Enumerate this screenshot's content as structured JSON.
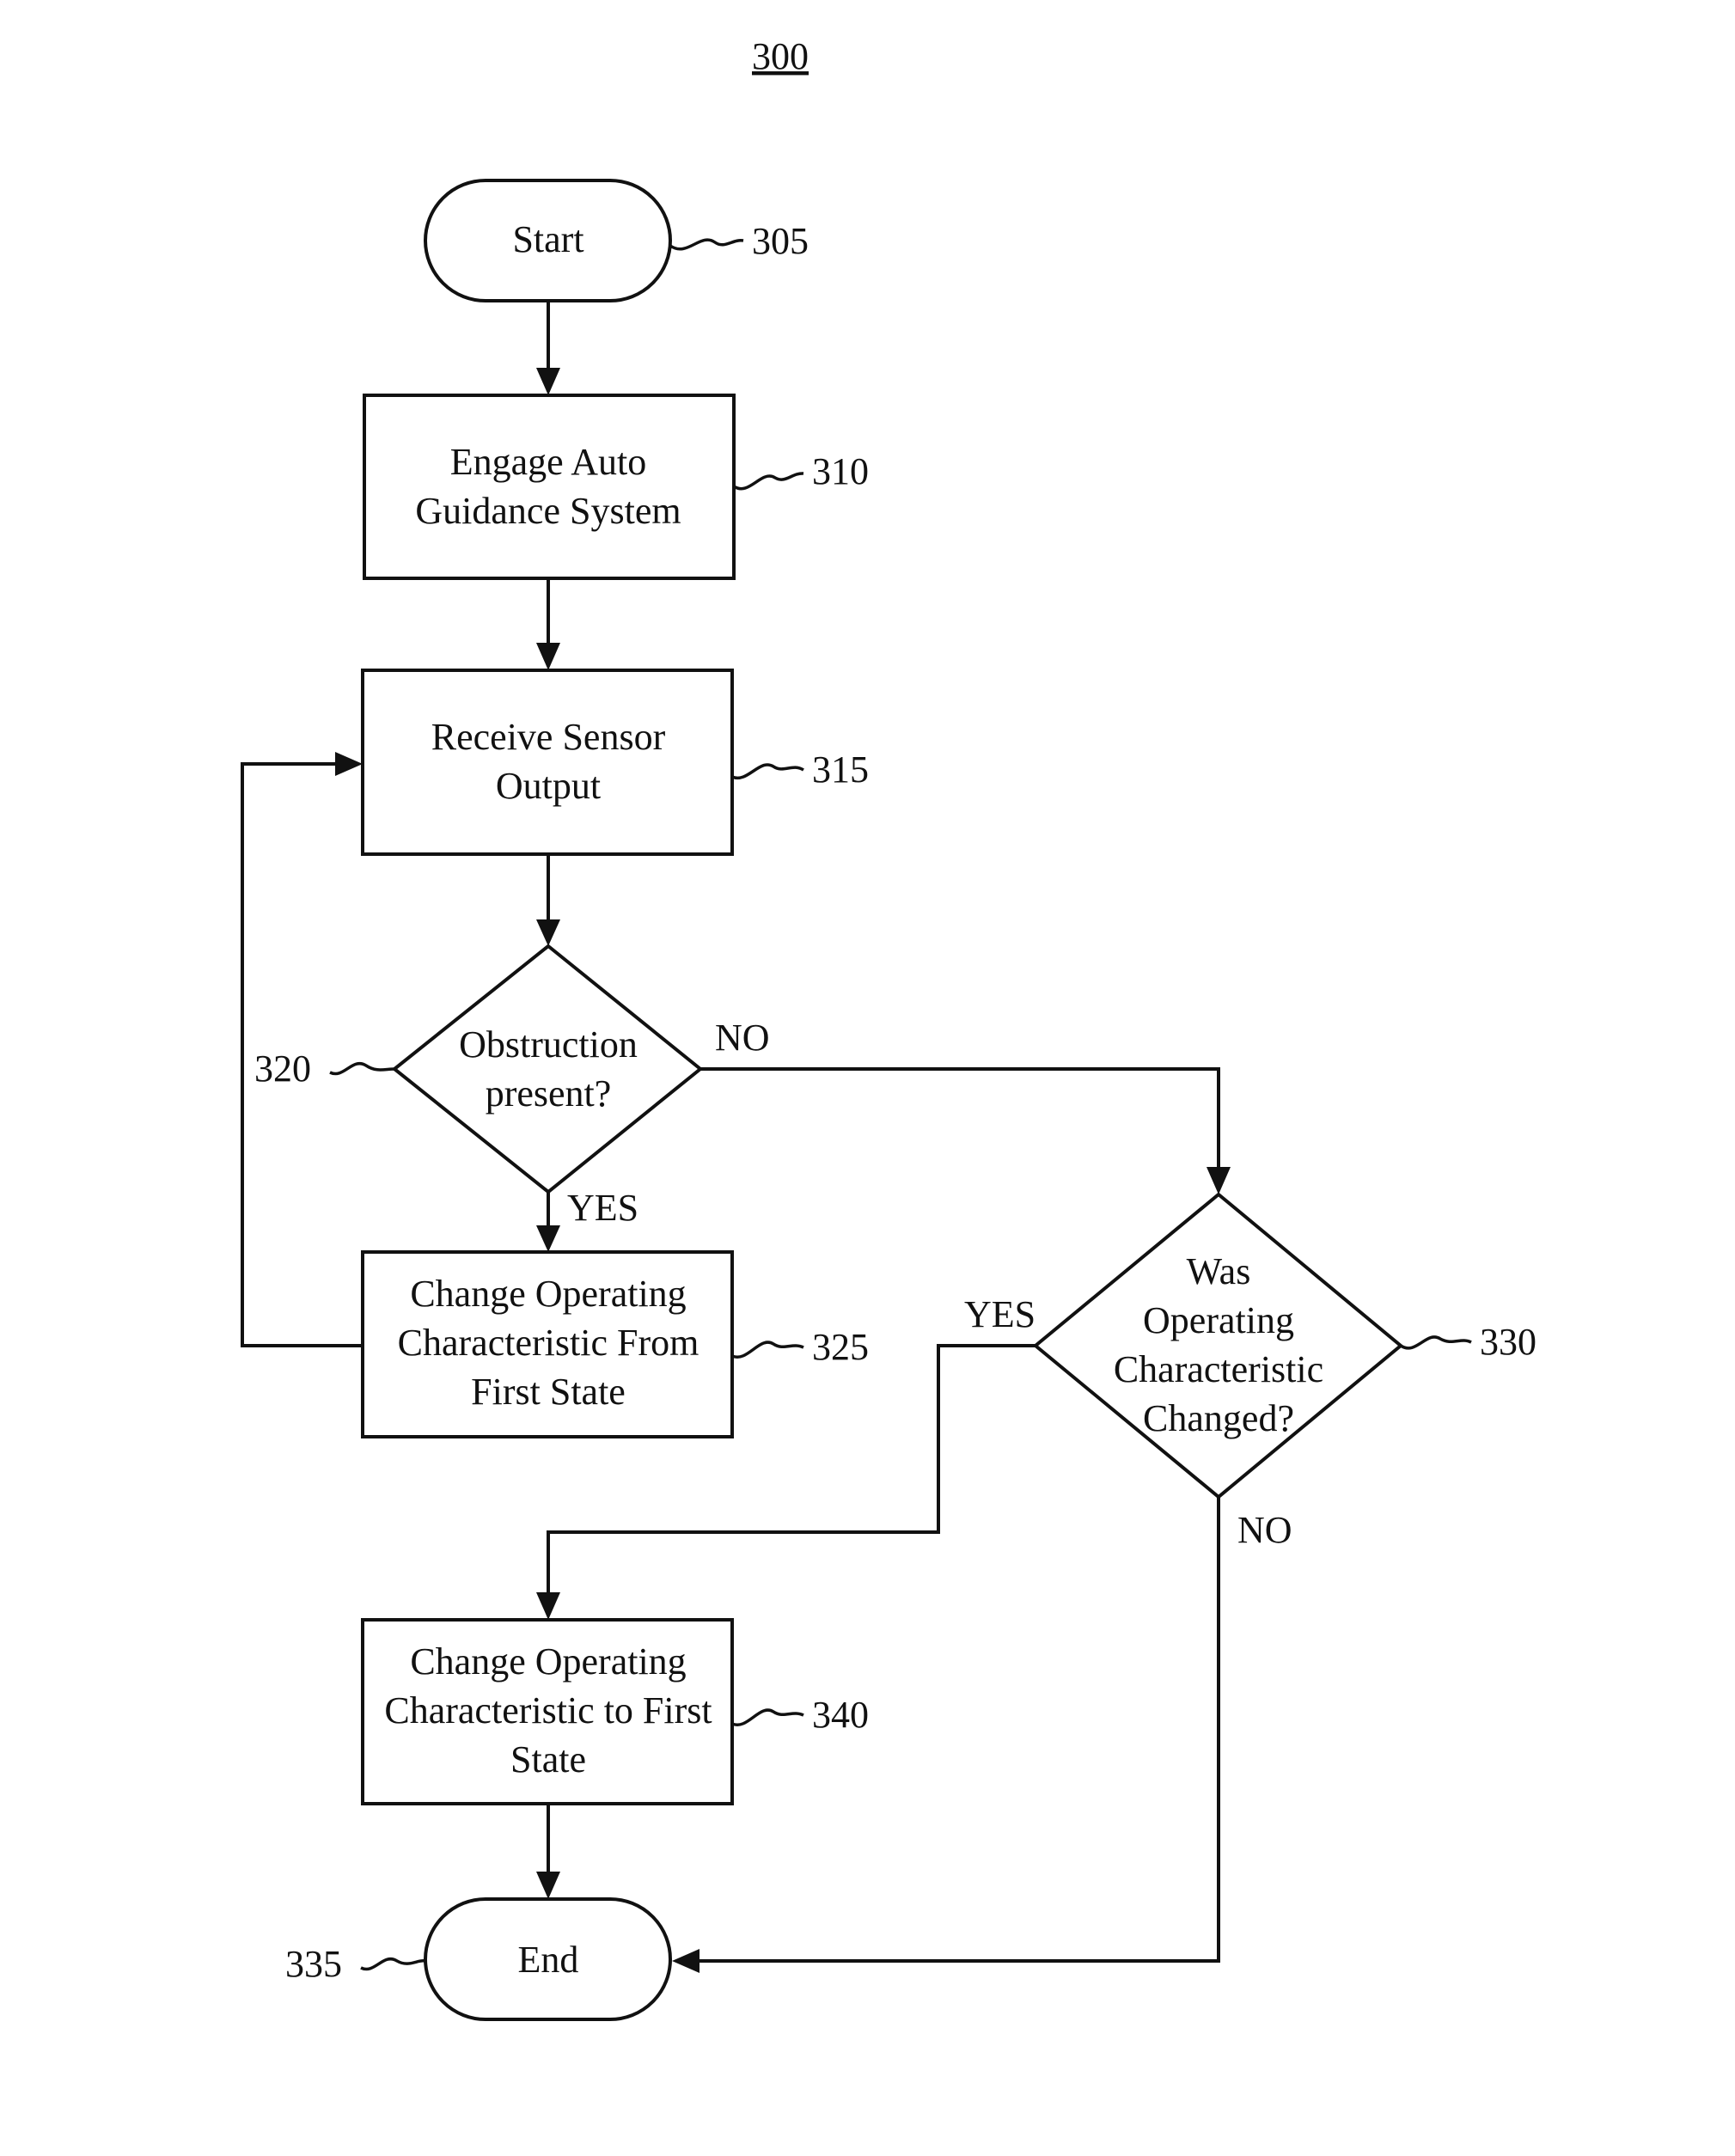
{
  "figure_number": "300",
  "nodes": {
    "start": {
      "ref": "305",
      "lines": [
        "Start"
      ]
    },
    "engage": {
      "ref": "310",
      "lines": [
        "Engage Auto",
        "Guidance System"
      ]
    },
    "receive": {
      "ref": "315",
      "lines": [
        "Receive Sensor",
        "Output"
      ]
    },
    "obstruction": {
      "ref": "320",
      "lines": [
        "Obstruction",
        "present?"
      ]
    },
    "change_from": {
      "ref": "325",
      "lines": [
        "Change Operating",
        "Characteristic From",
        "First State"
      ]
    },
    "was_changed": {
      "ref": "330",
      "lines": [
        "Was",
        "Operating",
        "Characteristic",
        "Changed?"
      ]
    },
    "end": {
      "ref": "335",
      "lines": [
        "End"
      ]
    },
    "change_to": {
      "ref": "340",
      "lines": [
        "Change Operating",
        "Characteristic to First",
        "State"
      ]
    }
  },
  "edge_labels": {
    "obstruction_no": "NO",
    "obstruction_yes": "YES",
    "was_changed_yes": "YES",
    "was_changed_no": "NO"
  }
}
